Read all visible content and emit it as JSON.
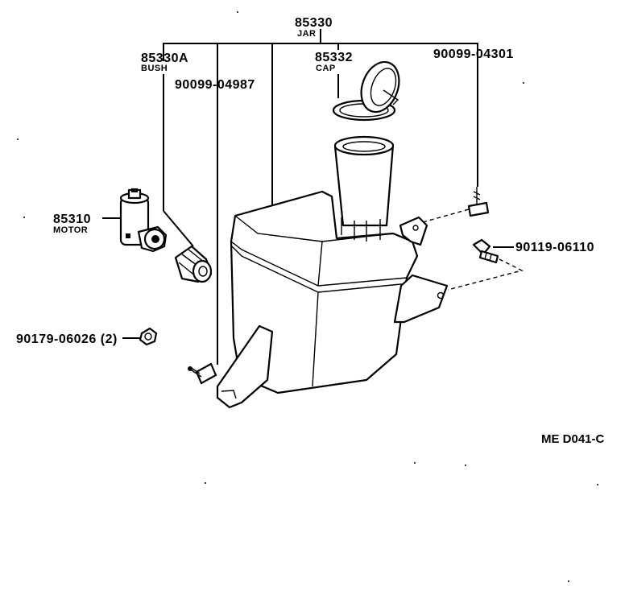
{
  "parts": {
    "jar": {
      "number": "85330",
      "name": "JAR"
    },
    "bush": {
      "number": "85330A",
      "name": "BUSH"
    },
    "cap": {
      "number": "85332",
      "name": "CAP"
    },
    "screw_right": {
      "number": "90099-04301"
    },
    "screw_left": {
      "number": "90099-04987"
    },
    "motor": {
      "number": "85310",
      "name": "MOTOR"
    },
    "bolt": {
      "number": "90119-06110"
    },
    "nut": {
      "number": "90179-06026 (2)"
    }
  },
  "diagram_code": "ME D041-C"
}
